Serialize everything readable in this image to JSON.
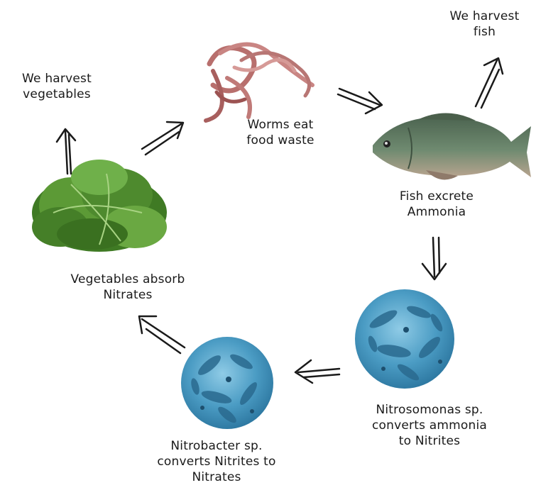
{
  "labels": {
    "harvest_vegetables": [
      "We harvest",
      "vegetables"
    ],
    "worms": [
      "Worms eat",
      "food waste"
    ],
    "harvest_fish": [
      "We harvest",
      "fish"
    ],
    "fish": [
      "Fish excrete",
      "Ammonia"
    ],
    "vegetables": [
      "Vegetables absorb",
      "Nitrates"
    ],
    "nitrosomonas": [
      "Nitrosomonas sp.",
      "converts ammonia",
      "to Nitrites"
    ],
    "nitrobacter": [
      "Nitrobacter sp.",
      "converts Nitrites to",
      "Nitrates"
    ]
  },
  "colors": {
    "text": "#1a1a1a",
    "arrow": "#1a1a1a",
    "lettuce": "#4e8a2e",
    "worm": "#c07a78",
    "fish": "#5f7a60",
    "bacteria": "#3f8fb5"
  },
  "icons": [
    "lettuce-image",
    "worms-image",
    "fish-image",
    "nitrosomonas-bacteria-image",
    "nitrobacter-bacteria-image"
  ]
}
